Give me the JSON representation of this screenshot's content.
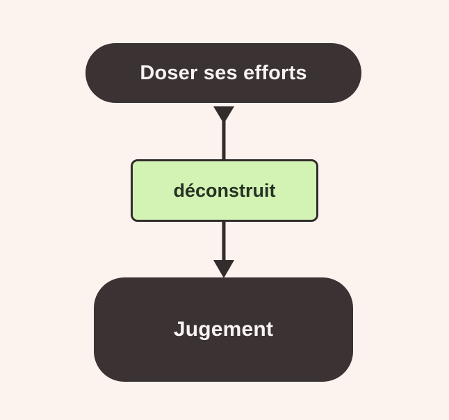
{
  "colors": {
    "background": "#fcf2ee",
    "node_dark": "#3a3233",
    "node_green_fill": "#d3f3b5",
    "node_green_border": "#332c2d",
    "arrow": "#332c2d",
    "text_light": "#f9f3f1",
    "text_dark": "#253223"
  },
  "flowchart": {
    "nodes": [
      {
        "id": "doser-ses-efforts",
        "label": "Doser ses efforts",
        "shape": "pill",
        "fill": "#3a3233",
        "text_color": "#f9f3f1"
      },
      {
        "id": "deconstruit",
        "label": "déconstruit",
        "shape": "rounded-rect",
        "fill": "#d3f3b5",
        "border": "#332c2d",
        "text_color": "#253223"
      },
      {
        "id": "jugement",
        "label": "Jugement",
        "shape": "rounded-rect-large",
        "fill": "#3a3233",
        "text_color": "#f9f3f1"
      }
    ],
    "edges": [
      {
        "from": "doser-ses-efforts",
        "to": "deconstruit",
        "direction": "down",
        "arrowhead": "start"
      },
      {
        "from": "deconstruit",
        "to": "jugement",
        "direction": "down",
        "arrowhead": "end"
      }
    ]
  }
}
